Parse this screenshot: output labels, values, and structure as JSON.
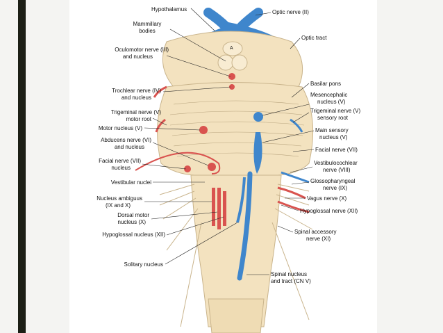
{
  "labels": {
    "hypothalamus": "Hypothalamus",
    "mammillary": "Mammillary",
    "bodies": "bodies",
    "oculomotor": "Oculomotor nerve (III)",
    "and_nucleus_1": "and nucleus",
    "trochlear": "Trochlear nerve (IV)",
    "and_nucleus_2": "and nucleus",
    "trigeminal_motor": "Trigeminal nerve (V)",
    "motor_root": "motor root",
    "motor_nucleus": "Motor nucleus (V)",
    "abducens": "Abducens nerve (VI)",
    "and_nucleus_3": "and nucleus",
    "facial_left": "Facial nerve (VII)",
    "nucleus": "nucleus",
    "vestibular": "Vestibular nuclei",
    "ambiguus": "Nucleus ambiguus",
    "ix_x": "(IX and X)",
    "dorsal_motor": "Dorsal motor",
    "nucleus_x": "nucleus (X)",
    "hypoglossal_nucleus": "Hypoglossal nucleus (XII)",
    "solitary": "Solitary nucleus",
    "optic_nerve": "Optic nerve (II)",
    "optic_tract": "Optic tract",
    "basilar_pons": "Basilar pons",
    "mesencephalic": "Mesencephalic",
    "nucleus_v_1": "nucleus (V)",
    "trigeminal_sensory": "Trigeminal nerve (V)",
    "sensory_root": "sensory root",
    "main_sensory": "Main sensory",
    "nucleus_v_2": "nucleus (V)",
    "facial_right": "Facial nerve (VII)",
    "vestibulocochlear": "Vestibulocochlear",
    "nerve_viii": "nerve (VIII)",
    "glossopharyngeal": "Glossopharyngeal",
    "nerve_ix": "nerve (IX)",
    "vagus": "Vagus nerve (X)",
    "hypoglossal_nerve": "Hypoglossal nerve (XII)",
    "spinal_accessory": "Spinal accessory",
    "nerve_xi": "nerve (XI)",
    "spinal_nucleus": "Spinal nucleus",
    "tract_cn_v": "and tract (CN V)",
    "chiasm_mark": "A"
  },
  "colors": {
    "tissue": "#f3e2bf",
    "tissue_edge": "#c9b48c",
    "motor_red": "#d9534f",
    "sensory_blue": "#3f86cc",
    "accent_bar": "#1c1f16"
  }
}
